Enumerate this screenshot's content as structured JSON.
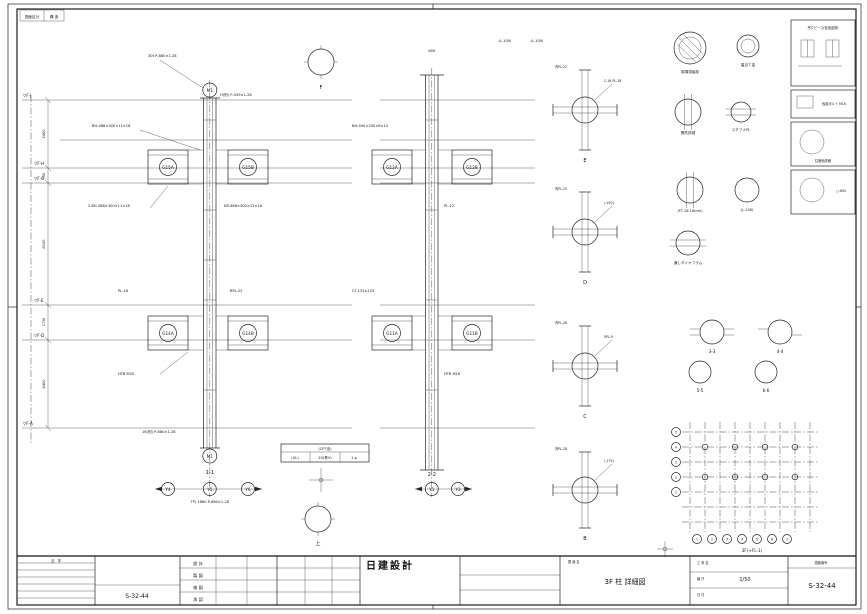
{
  "sheet": {
    "stamp_label": "図面区分",
    "stamp_value": "構 造"
  },
  "left_elev": {
    "levels": [
      "▽F·J",
      "▽F·H",
      "▽F·G",
      "▽F·E",
      "▽F·D",
      "▽F·A"
    ],
    "dims": [
      "3400",
      "750",
      "6100",
      "1750",
      "4400"
    ],
    "column_mark": "M1",
    "beams": [
      "G15A",
      "G15B",
      "G14A",
      "G14B"
    ],
    "bubbles": [
      "Y4",
      "Y5",
      "Y6"
    ],
    "section_label": "1-1",
    "notes": [
      "30t P-880×1-28",
      "H(別) P-439×1-28",
      "BH-488×300×11×18",
      "2-BH-488×300×11×18",
      "KB-488×300×11×18",
      "PL-16",
      "BPL-22",
      "HTB M20",
      "16(別) P-880×1-28",
      "TP) 1880 P-880×1-28"
    ]
  },
  "mid_elev": {
    "beams": [
      "G12A",
      "G12B",
      "G11A",
      "G11B"
    ],
    "bubbles": [
      "Y1",
      "Y3"
    ],
    "section_label": "2-2",
    "notes": [
      "600",
      "(L-100)",
      "(L-100)",
      "BH-400×200×8×13",
      "PL-12",
      "CT-125×125",
      "HTB M16"
    ]
  },
  "center": {
    "top_label": "F",
    "bottom_label": "上",
    "table_header": "(CPT含)",
    "table_cells": [
      "(GL)",
      "20(帯V)",
      "1 φ"
    ]
  },
  "details": [
    {
      "a": "内PL-22",
      "b": "C-16 PL-28",
      "letter": "E"
    },
    {
      "a": "内PL-25",
      "b": "(-150)",
      "letter": "D"
    },
    {
      "a": "内PL-28",
      "b": "SPL-9",
      "letter": "C"
    },
    {
      "a": "内PL-28",
      "b": "(-175)",
      "letter": "B"
    }
  ],
  "right_details": {
    "captions": [
      "現場溶接部",
      "裏当て金",
      "開先詳細",
      "スチフナPL",
      "(FT-18 18mm)",
      "(L-100)",
      "通しダイヤフラム",
      "3-3",
      "4-4",
      "5-5",
      "6-6"
    ],
    "boxes": [
      "吊りピース(仮設金物)",
      "仮設ボルト M16",
      "柱断面詳細",
      "□-600"
    ]
  },
  "plan": {
    "left_bubbles": [
      "5",
      "4",
      "3",
      "2",
      "1"
    ],
    "bottom_bubbles": [
      "1",
      "2",
      "3",
      "4",
      "5",
      "6",
      "7"
    ],
    "caption": "3F(+FL-1)"
  },
  "title_block": {
    "firm": "日建設計",
    "rev_header": "記　事",
    "staff": [
      "設 計",
      "製 図",
      "検 図",
      "承 認"
    ],
    "corner_no": "S-32-44",
    "project_label": "工 事 名",
    "name_label": "図 面 名",
    "name_value": "3F 柱 詳細図",
    "scale_label": "縮 尺",
    "scale_value": "1/50",
    "date_label": "日 付",
    "no_label": "図面番号",
    "drawing_no": "S-32-44"
  }
}
